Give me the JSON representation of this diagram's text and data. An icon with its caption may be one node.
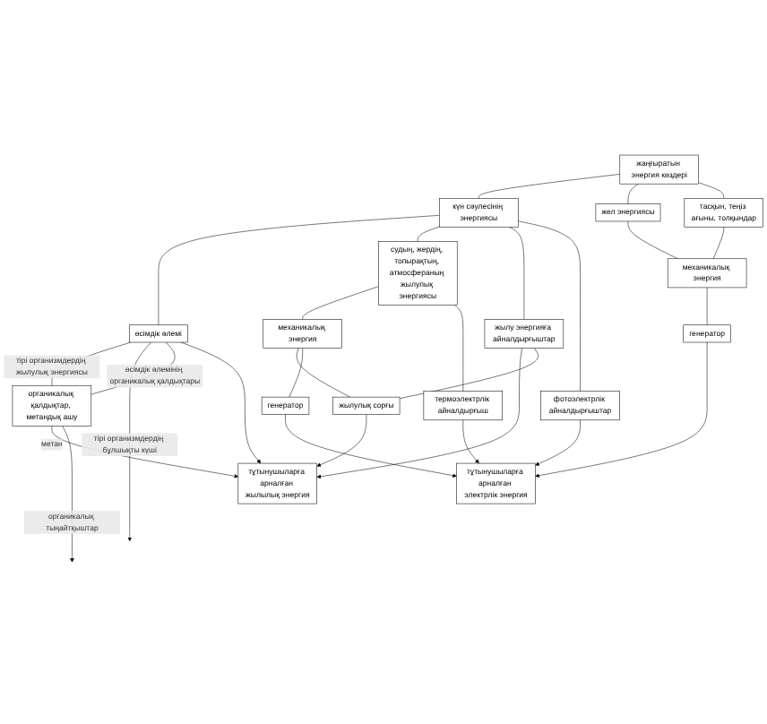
{
  "diagram": {
    "nodes": [
      {
        "text": [
          "жаңғыратын энергия көздері"
        ]
      },
      {
        "text": [
          "күн сәулесінің энергиясы"
        ]
      },
      {
        "text": [
          "жел энергиясы"
        ]
      },
      {
        "text": [
          "тасқын, теңіз ағыны, толқындар"
        ]
      },
      {
        "text": [
          "өсімдік әлемі"
        ]
      },
      {
        "text": [
          "судың, жердің, топырақтың, атмосфераның жылулық энергиясы"
        ]
      },
      {
        "text": [
          "механикалық энергия"
        ]
      },
      {
        "text": [
          "механикалық энергия"
        ]
      },
      {
        "text": [
          "органикалық қалдықтар, метандық ашу"
        ]
      },
      {
        "text": [
          "жылу энергияға айналдырғыштар"
        ]
      },
      {
        "text": [
          "жылулық сорғы"
        ]
      },
      {
        "text": [
          "генератор"
        ]
      },
      {
        "text": [
          "термоэлектрлік айналдырғыш"
        ]
      },
      {
        "text": [
          "фотоэлектрлік айналдырғыштар"
        ]
      },
      {
        "text": [
          "генератор"
        ]
      },
      {
        "text": [
          "тұтынушыларға арналған жылылық энергия"
        ]
      },
      {
        "text": [
          "тұтынушыларға арналған электрлік энергия"
        ]
      }
    ],
    "edges": [
      {
        "from": 0,
        "to": 1,
        "arrow": "none"
      },
      {
        "from": 0,
        "to": 2,
        "arrow": "none"
      },
      {
        "from": 0,
        "to": 3,
        "arrow": "none"
      },
      {
        "from": 1,
        "to": 4,
        "arrow": "none"
      },
      {
        "from": 1,
        "to": 5,
        "arrow": "none"
      },
      {
        "from": 1,
        "to": 9,
        "arrow": "none"
      },
      {
        "from": 1,
        "to": 13,
        "arrow": "none"
      },
      {
        "from": 4,
        "to": 8,
        "arrow": "none",
        "label": "тірі организмдердің жылулық энергиясы"
      },
      {
        "from": 4,
        "to": null,
        "arrow": "to",
        "label": "тірі организмдердің бұлшықты күші"
      },
      {
        "from": 4,
        "to": 8,
        "arrow": "none",
        "label": "өсімдік әлемінің органикалық қалдықтары"
      },
      {
        "from": 4,
        "to": 15,
        "arrow": "to"
      },
      {
        "from": 5,
        "to": 6,
        "arrow": "none"
      },
      {
        "from": 5,
        "to": 12,
        "arrow": "none"
      },
      {
        "from": 8,
        "to": 15,
        "arrow": "to",
        "label": "метан"
      },
      {
        "from": 8,
        "to": null,
        "arrow": "to",
        "label": "органикалық тыңайтқыштар"
      },
      {
        "from": 9,
        "to": 15,
        "arrow": "to"
      },
      {
        "from": 9,
        "to": 10,
        "arrow": "none"
      },
      {
        "from": 6,
        "to": 10,
        "arrow": "none"
      },
      {
        "from": 6,
        "to": 11,
        "arrow": "none"
      },
      {
        "from": 10,
        "to": 15,
        "arrow": "to"
      },
      {
        "from": 11,
        "to": 16,
        "arrow": "to"
      },
      {
        "from": 2,
        "to": 7,
        "arrow": "none"
      },
      {
        "from": 3,
        "to": 7,
        "arrow": "none"
      },
      {
        "from": 7,
        "to": 14,
        "arrow": "none"
      },
      {
        "from": 12,
        "to": 16,
        "arrow": "to"
      },
      {
        "from": 13,
        "to": 16,
        "arrow": "to"
      },
      {
        "from": 14,
        "to": 16,
        "arrow": "to"
      }
    ]
  }
}
